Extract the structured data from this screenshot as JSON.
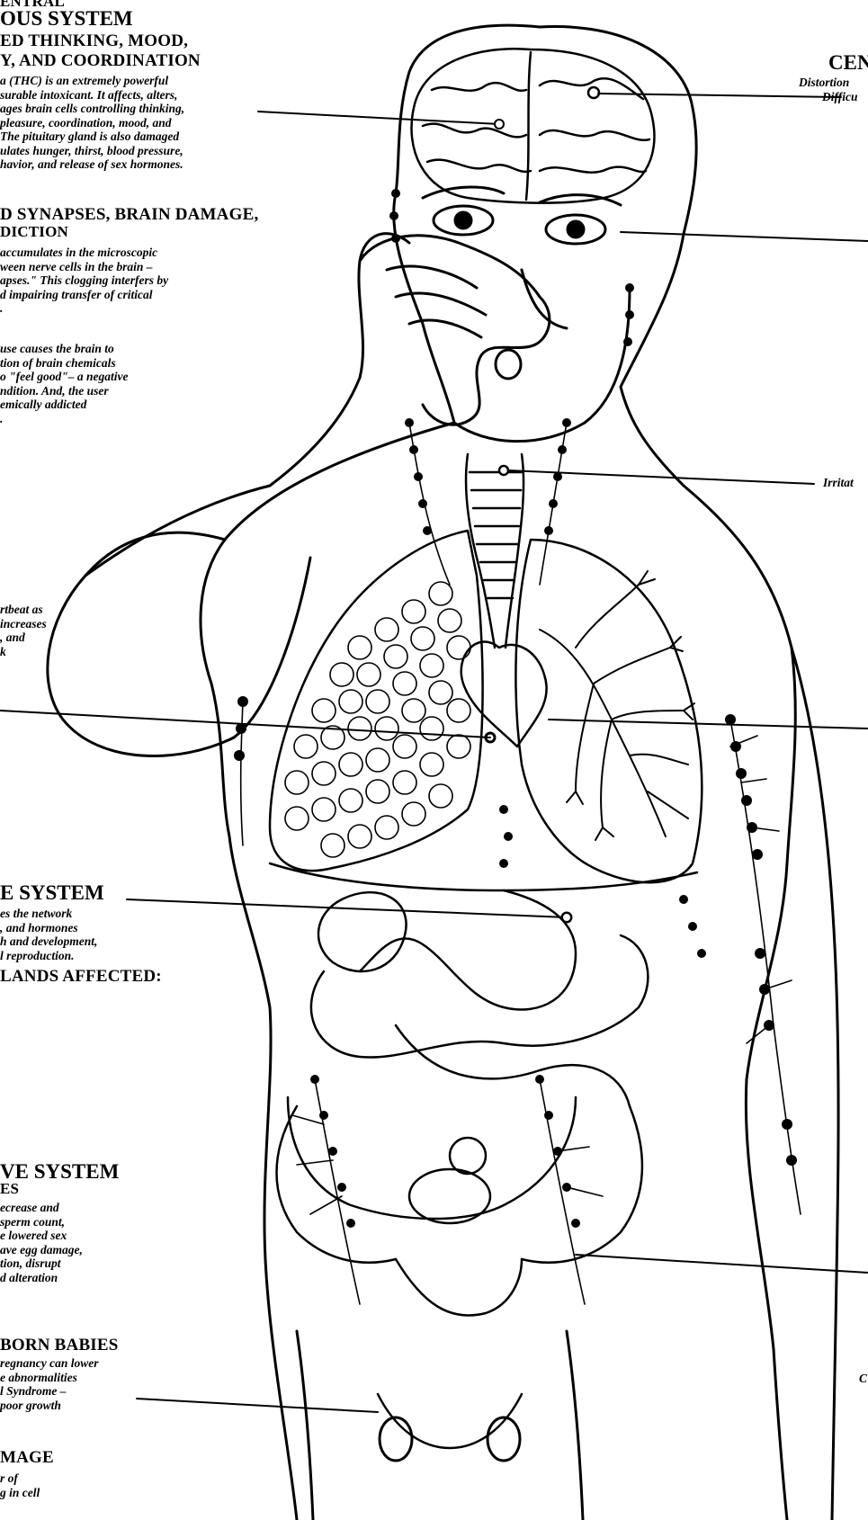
{
  "left_panel": {
    "cns": {
      "title_fragment": "ENTRAL",
      "subtitle": "OUS SYSTEM",
      "heading": "ED THINKING, MOOD,",
      "heading2": "Y, AND COORDINATION",
      "body": [
        "a (THC) is an extremely powerful",
        "surable intoxicant. It affects, alters,",
        "ages brain cells controlling thinking,",
        "pleasure, coordination, mood, and",
        "The pituitary gland is also damaged",
        "ulates hunger, thirst, blood pressure,",
        "havior, and release of sex hormones."
      ],
      "heading3": "D SYNAPSES, BRAIN DAMAGE,",
      "heading4": "DICTION",
      "body2": [
        "accumulates in the microscopic",
        "ween nerve cells in the brain –",
        "apses.\" This clogging interfers by",
        "d impairing transfer of critical",
        "."
      ],
      "body3": [
        "use causes the brain to",
        "tion of brain chemicals",
        "o \"feel good\"– a negative",
        "ndition. And, the user",
        "emically addicted",
        "."
      ]
    },
    "heart": [
      "rtbeat as",
      "increases",
      ", and",
      "k"
    ],
    "endocrine": {
      "title": "E SYSTEM",
      "body": [
        "es the network",
        ", and hormones",
        "h and development,",
        "l reproduction."
      ],
      "heading": "LANDS AFFECTED:"
    },
    "reproductive": {
      "title": "VE SYSTEM",
      "title2": "ES",
      "body": [
        "ecrease and",
        "sperm count,",
        "e lowered sex",
        "ave egg damage,",
        "tion, disrupt",
        "d alteration"
      ],
      "heading": "BORN BABIES",
      "body2": [
        "regnancy can lower",
        "e abnormalities",
        "l Syndrome –",
        "poor growth"
      ]
    },
    "damage": {
      "heading": "MAGE",
      "body": [
        "r of",
        "g in cell"
      ]
    }
  },
  "right_panel": {
    "cns_title": "CEN",
    "cns_body": [
      "Distortion",
      "Difficu"
    ],
    "throat": "Irritat",
    "lower": "C"
  },
  "colors": {
    "ink": "#000000",
    "paper": "#ffffff"
  }
}
